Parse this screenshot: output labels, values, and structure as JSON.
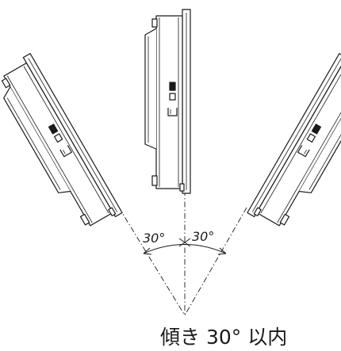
{
  "diagram": {
    "left_angle_label": "30°",
    "right_angle_label": "30°",
    "caption": "傾き 30° 以内"
  },
  "colors": {
    "line": "#1a1a1a",
    "background": "#ffffff"
  },
  "icons": [
    "panel-device-side-view",
    "angle-arc"
  ]
}
